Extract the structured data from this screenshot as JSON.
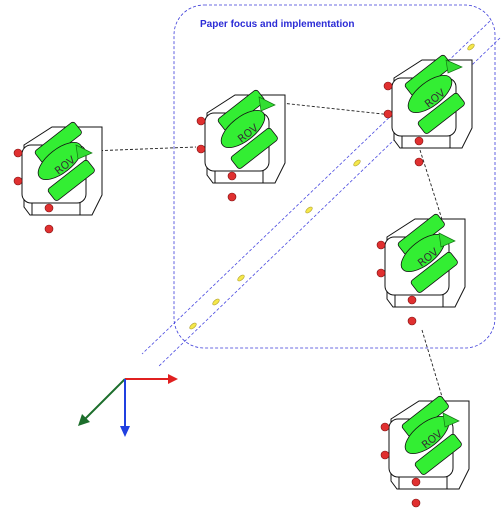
{
  "focus_region": {
    "title": "Paper focus and implementation",
    "border_color": "#3b3bd9"
  },
  "rov_units": [
    {
      "id": "rov-1",
      "label": "ROV"
    },
    {
      "id": "rov-2",
      "label": "ROV"
    },
    {
      "id": "rov-3",
      "label": "ROV"
    },
    {
      "id": "rov-4",
      "label": "ROV"
    },
    {
      "id": "rov-5",
      "label": "ROV"
    }
  ],
  "colors": {
    "rov_fill": "#33ee33",
    "rov_body": "#ffffff",
    "thruster": "#e03030",
    "link_line": "#222222",
    "beam": "#4a4ae0",
    "beam_marker": "#f2e24a",
    "axis_x": "#e02020",
    "axis_y": "#1c6e2c",
    "axis_z": "#2040e0"
  },
  "icons": {
    "rov": "rov-vehicle-icon",
    "heading": "heading-triangle-icon"
  }
}
